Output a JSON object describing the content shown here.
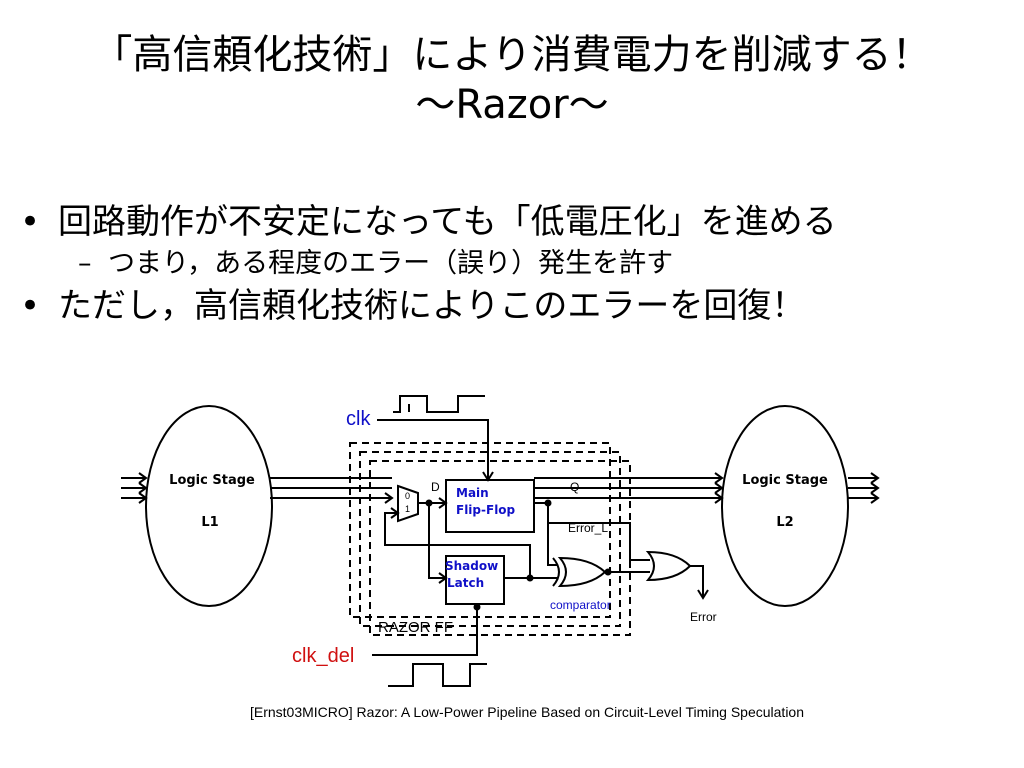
{
  "title": {
    "line1": "「高信頼化技術」により消費電力を削減する！",
    "line2": "～Razor～"
  },
  "bullets": [
    {
      "text": "回路動作が不安定になっても「低電圧化」を進める",
      "sub": "つまり，ある程度のエラー（誤り）発生を許す"
    },
    {
      "text": "ただし，高信頼化技術によりこのエラーを回復！"
    }
  ],
  "diagram": {
    "clk_label": "clk",
    "clk_del_label": "clk_del",
    "stage_left": {
      "name": "Logic Stage",
      "id": "L1"
    },
    "stage_right": {
      "name": "Logic Stage",
      "id": "L2"
    },
    "main_ff": {
      "line1": "Main",
      "line2": "Flip-Flop",
      "d": "D",
      "q": "Q"
    },
    "shadow": {
      "line1": "Shadow",
      "line2": "Latch"
    },
    "mux": {
      "in0": "0",
      "in1": "1"
    },
    "comparator_label": "comparator",
    "error_l_label": "Error_L",
    "error_label": "Error",
    "razor_ff_label": "RAZOR FF",
    "colors": {
      "clk": "#1010c8",
      "clk_del": "#d01010",
      "latch_text": "#1010c8"
    }
  },
  "reference": "[Ernst03MICRO] Razor: A Low-Power Pipeline Based on Circuit-Level Timing Speculation"
}
